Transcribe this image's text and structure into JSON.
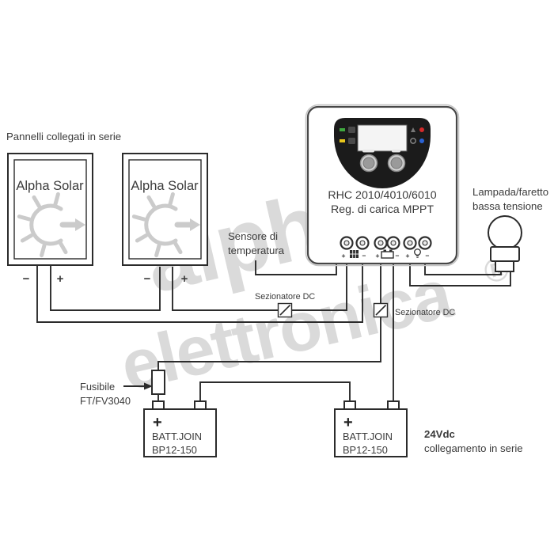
{
  "title": "Pannelli collegati in serie",
  "panel": {
    "name": "Alpha Solar",
    "plus": "+",
    "minus": "−"
  },
  "controller": {
    "model": "RHC 2010/4010/6010",
    "subtitle": "Reg. di carica MPPT"
  },
  "terminal_signs": {
    "plus": "+",
    "minus": "−"
  },
  "sensor": {
    "line1": "Sensore di",
    "line2": "temperatura"
  },
  "dc_switch": {
    "label": "Sezionatore DC"
  },
  "fuse": {
    "line1": "Fusibile",
    "line2": "FT/FV3040"
  },
  "battery": {
    "plus": "+",
    "line1": "BATT.JOIN",
    "line2": "BP12-150"
  },
  "bank": {
    "voltage": "24Vdc",
    "note": "collegamento in serie"
  },
  "lamp": {
    "line1": "Lampada/faretto",
    "line2": "bassa tensione"
  },
  "watermark": {
    "line1": "alpha",
    "line2": "elettronica",
    "reg": "®"
  },
  "icons": [
    "solar-panel-icon",
    "battery-icon",
    "bulb-icon",
    "sun-icon",
    "dc-switch-icon",
    "fuse-icon"
  ],
  "colors": {
    "line": "#2b2b2b",
    "text": "#3b3b3b",
    "sun": "#cbcbcb",
    "watermark": "#dadada",
    "led_green": "#3fa83f",
    "led_yellow": "#e8c61c",
    "led_red": "#d42a2a",
    "led_blue": "#2a62d4"
  }
}
